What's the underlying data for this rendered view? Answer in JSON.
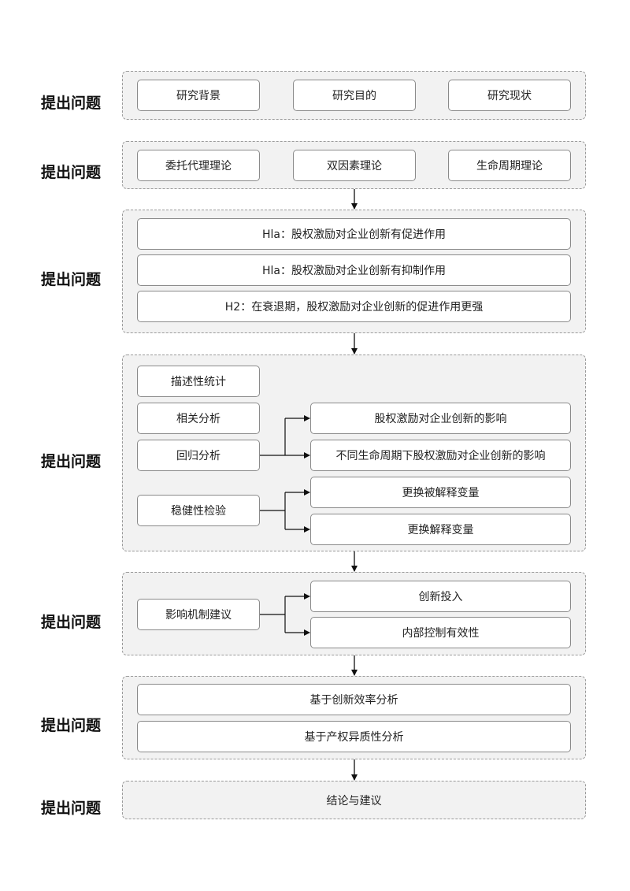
{
  "stage_label": "提出问题",
  "rows": {
    "r1": {
      "items": [
        "研究背景",
        "研究目的",
        "研究现状"
      ]
    },
    "r2": {
      "items": [
        "委托代理理论",
        "双因素理论",
        "生命周期理论"
      ]
    },
    "r3": {
      "items": [
        "Hla：股权激励对企业创新有促进作用",
        "Hla：股权激励对企业创新有抑制作用",
        "H2：在衰退期，股权激励对企业创新的促进作用更强"
      ]
    },
    "r4": {
      "methods": [
        "描述性统计",
        "相关分析",
        "回归分析",
        "稳健性检验"
      ],
      "regression_results": [
        "股权激励对企业创新的影响",
        "不同生命周期下股权激励对企业创新的影响"
      ],
      "robustness_results": [
        "更换被解释变量",
        "更换解释变量"
      ]
    },
    "r5": {
      "source": "影响机制建议",
      "targets": [
        "创新投入",
        "内部控制有效性"
      ]
    },
    "r6": {
      "items": [
        "基于创新效率分析",
        "基于产权异质性分析"
      ]
    },
    "r7": {
      "text": "结论与建议"
    }
  }
}
